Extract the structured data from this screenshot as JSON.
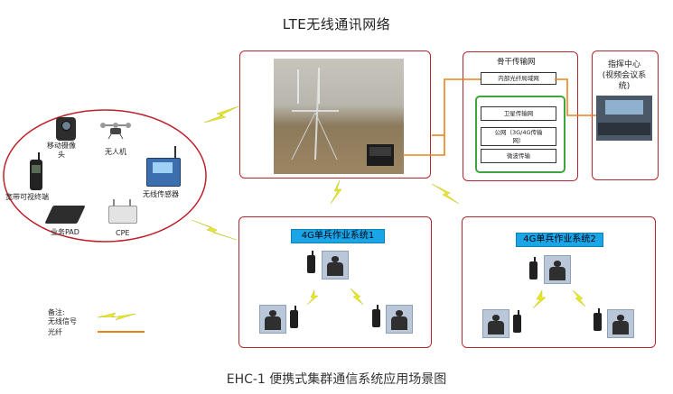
{
  "title": "LTE无线通讯网络",
  "caption": "EHC-1 便携式集群通信系统应用场景图",
  "devices": {
    "camera": "移动摄像\n头",
    "drone": "无人机",
    "terminal": "宽带可视终端",
    "sensor": "无线传感器",
    "pad": "业务PAD",
    "cpe": "CPE"
  },
  "backbone": {
    "title": "骨干传输网",
    "lan": "内部光纤局域网",
    "items": [
      "卫星传输网",
      "公网（3G/4G传输\n网）",
      "微波传输"
    ]
  },
  "command": {
    "title": "指挥中心\n(视频会议系\n统)"
  },
  "system1": "4G单兵作业系统1",
  "system2": "4G单兵作业系统2",
  "legend": {
    "note": "备注:",
    "wireless": "无线信号",
    "fiber": "光纤"
  },
  "colors": {
    "border": "#b3262e",
    "fiber": "#e8831b",
    "bolt": "#e6e82a",
    "label_bg": "#1aa6e6",
    "green": "#3da53a"
  }
}
